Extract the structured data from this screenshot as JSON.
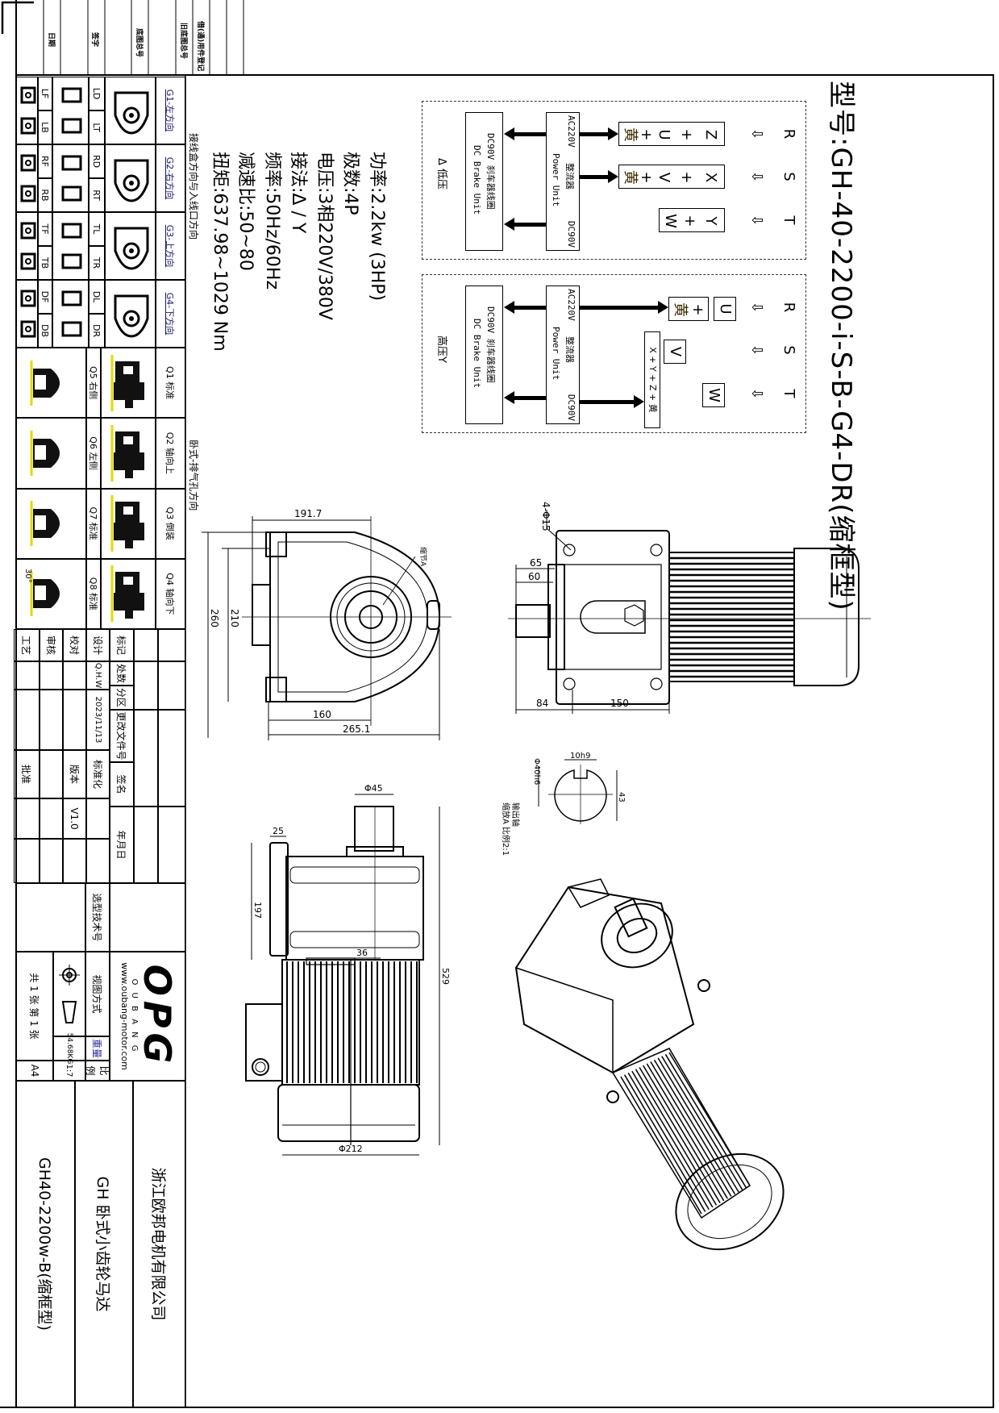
{
  "title": "型号:GH-40-2200-i-S-B-G4-DR(缩框型)",
  "revision_strip": [
    "日期",
    "签字",
    "底图总号",
    "旧底图总号",
    "借(通)用件登记"
  ],
  "wiring_low": {
    "label": "Δ 低压",
    "terminals": [
      {
        "top": "R",
        "arrow": "⇩",
        "a": "Z",
        "b": "U",
        "color": "黄"
      },
      {
        "top": "S",
        "arrow": "⇩",
        "a": "X",
        "b": "V",
        "color": "黄"
      },
      {
        "top": "T",
        "arrow": "⇩",
        "a": "Y",
        "b": "W"
      }
    ],
    "plus": "+",
    "power_unit": {
      "in": "AC220V",
      "name_cn": "整流器",
      "name_en": "Power Unit",
      "out": "DC90V"
    },
    "brake_unit": {
      "title": "DC90V 刹车器线圈",
      "name_en": "DC Brake Unit"
    }
  },
  "wiring_high": {
    "label": "高压Y",
    "terminals": [
      {
        "top": "R",
        "arrow": "⇩",
        "box": "U"
      },
      {
        "top": "S",
        "arrow": "⇩",
        "box": "V"
      },
      {
        "top": "T",
        "arrow": "⇩",
        "box": "W"
      }
    ],
    "plus": "+",
    "color": "黄",
    "star_box": "X + Y + Z + 黄",
    "power_unit": {
      "in": "AC220V",
      "name_cn": "整流器",
      "name_en": "Power Unit",
      "out": "DC90V"
    },
    "brake_unit": {
      "title": "DC90V 刹车器线圈",
      "name_en": "DC Brake Unit"
    }
  },
  "specs": [
    "功率:2.2kw (3HP)",
    "极数:4P",
    "电压:3相220V/380V",
    "接法:Δ / Y",
    "频率:50Hz/60Hz",
    "减速比:50~80",
    "扭矩:637.98~1029 Nm"
  ],
  "mount_table": {
    "section_g_title": "接线盒方向与入线口方向",
    "section_q_title": "卧式-排气孔方向",
    "g": [
      {
        "label": "G1-左方向",
        "codes": [
          "LD",
          "LT",
          "LF",
          "LB"
        ]
      },
      {
        "label": "G2-右方向",
        "codes": [
          "RD",
          "RT",
          "RF",
          "RB"
        ]
      },
      {
        "label": "G3-上方向",
        "codes": [
          "TL",
          "TR",
          "TF",
          "TB"
        ]
      },
      {
        "label": "G4-下方向",
        "codes": [
          "DL",
          "DR",
          "DF",
          "DB"
        ]
      }
    ],
    "q_top": [
      "Q1 标准",
      "Q2 轴向上",
      "Q3 倒装",
      "Q4 轴向下"
    ],
    "q_bottom": [
      "Q5 右侧",
      "Q6 左侧",
      "Q7 标准",
      "Q8 标准"
    ],
    "angle": "30°"
  },
  "dims": {
    "front": {
      "w1": "191.7",
      "h1": "260",
      "h2": "210",
      "w2": "160",
      "w3": "265.1",
      "detail": "缩节A"
    },
    "side": {
      "holes": "4-Φ15",
      "d65": "65",
      "d60": "60",
      "d84": "84",
      "d150": "150"
    },
    "key": {
      "dia": "Φ40h6",
      "width": "10h9",
      "height": "43",
      "name": "输出轴",
      "scale": "缩放A 比例2:1"
    },
    "bottom": {
      "shaft": "Φ45",
      "flange": "25",
      "h197": "197",
      "d36": "36",
      "len": "529",
      "motor": "Φ212"
    }
  },
  "title_block": {
    "header": [
      "标记",
      "处数",
      "分区",
      "更改文件号",
      "签名",
      "年月日"
    ],
    "rows": [
      {
        "label": "设计",
        "name": "Q.H.W",
        "date": "2023/11/13",
        "role": "标准化",
        "value": ""
      },
      {
        "label": "校对",
        "name": "",
        "date": "",
        "role": "版本",
        "value": "V1.0"
      },
      {
        "label": "审核",
        "name": "",
        "date": "",
        "role": "",
        "value": ""
      },
      {
        "label": "工艺",
        "name": "",
        "date": "",
        "role": "批准",
        "value": ""
      }
    ],
    "selection_no": "选型技术号",
    "logo": "OPG",
    "brand": "O U B A N G",
    "website": "www.oubang-motor.com",
    "view_method": "视图方式",
    "weight_label": "重量",
    "weight": "54.68KG",
    "scale_label": "比例",
    "scale": "1:7",
    "sheets": "共 1 张 第 1 张",
    "paper": "A4",
    "company": "浙江欧邦电机有限公司",
    "product": "GH 卧式小齿轮马达",
    "model": "GH40-2200w-B(缩框型)"
  }
}
